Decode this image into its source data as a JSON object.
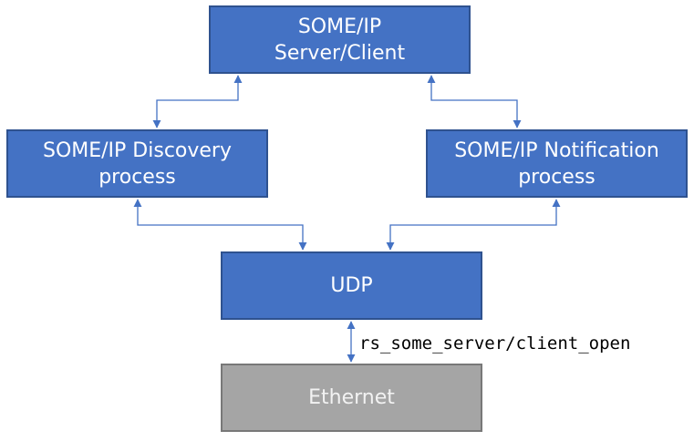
{
  "nodes": {
    "server": {
      "line1": "SOME/IP",
      "line2": "Server/Client"
    },
    "discovery": {
      "line1": "SOME/IP Discovery",
      "line2": "process"
    },
    "notification": {
      "line1": "SOME/IP Notification",
      "line2": "process"
    },
    "udp": {
      "line1": "UDP"
    },
    "ethernet": {
      "line1": "Ethernet"
    }
  },
  "edges": {
    "udp_ethernet_label": "rs_some_server/client_open"
  },
  "colors": {
    "box_fill": "#4472c4",
    "box_border": "#2f528f",
    "ethernet_fill": "#a5a5a5",
    "connector": "#4472c4"
  }
}
